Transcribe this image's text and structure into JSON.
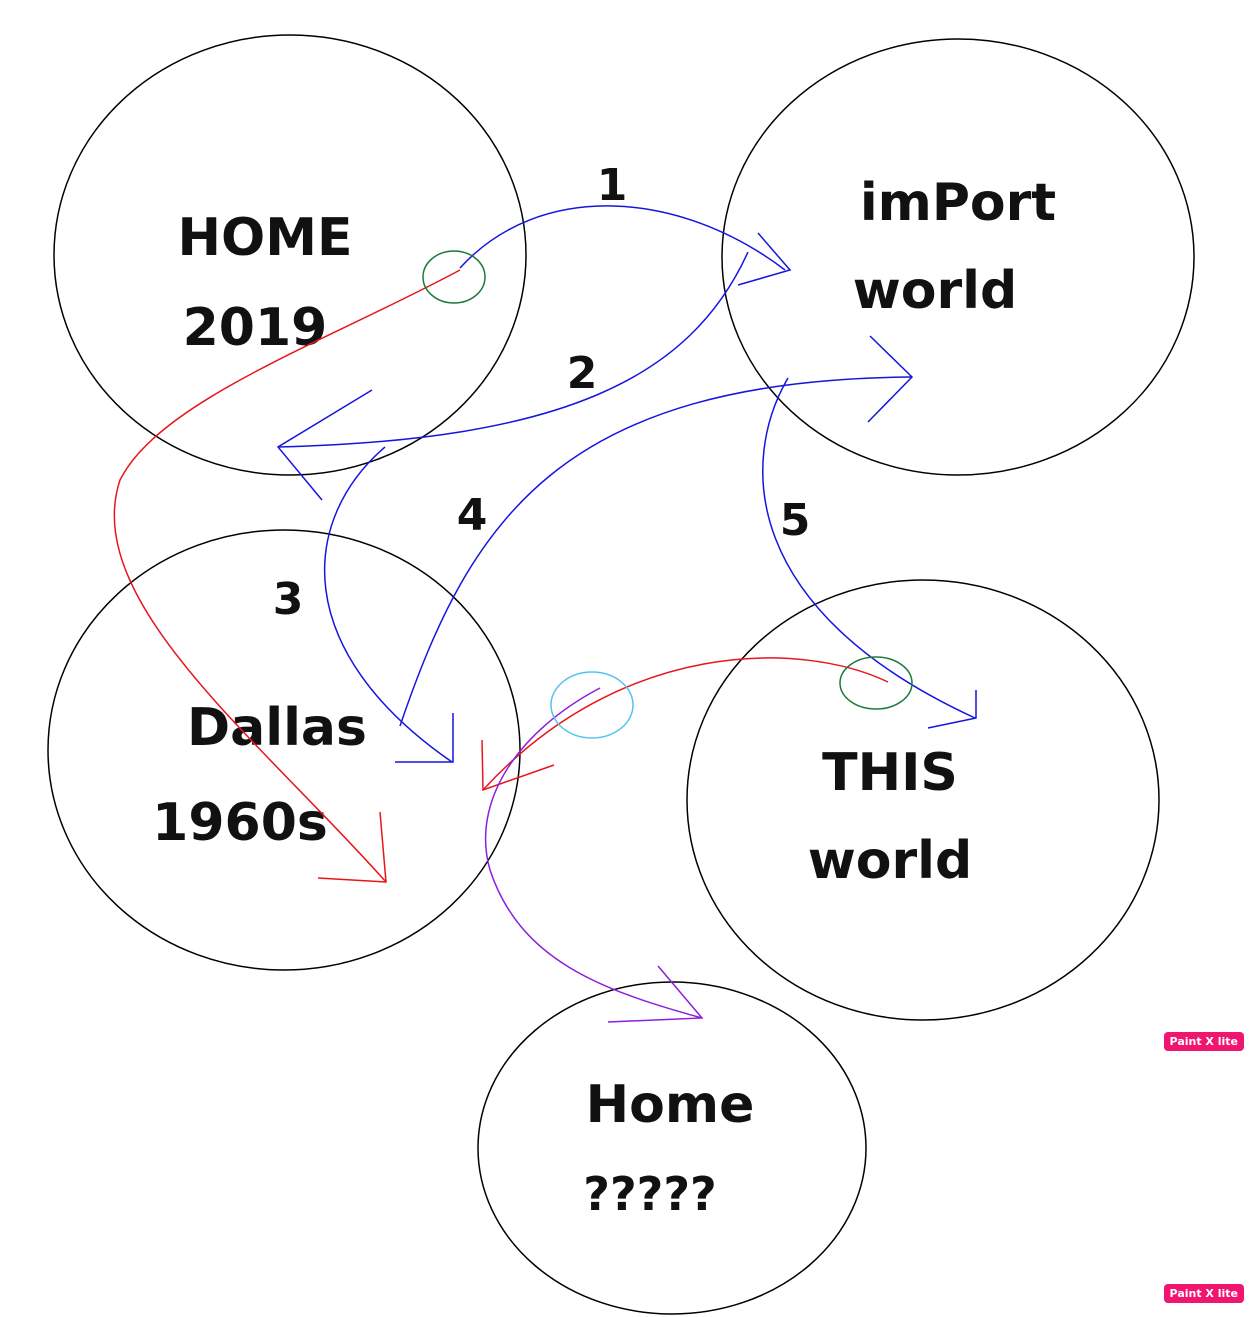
{
  "nodes": [
    {
      "id": "home2019",
      "lines": [
        "HOME",
        "2019"
      ]
    },
    {
      "id": "import",
      "lines": [
        "imPort",
        "world"
      ]
    },
    {
      "id": "dallas",
      "lines": [
        "Dallas",
        "1960s"
      ]
    },
    {
      "id": "this",
      "lines": [
        "THIS",
        "world"
      ]
    },
    {
      "id": "homeq",
      "lines": [
        "Home",
        "?????"
      ]
    }
  ],
  "edges": [
    {
      "id": "e1",
      "label": "1",
      "from": "home2019",
      "to": "import",
      "color": "#1515e0"
    },
    {
      "id": "e2",
      "label": "2",
      "from": "import",
      "to": "home2019",
      "color": "#1515e0"
    },
    {
      "id": "e3",
      "label": "3",
      "from": "home2019",
      "to": "dallas",
      "color": "#1515e0"
    },
    {
      "id": "e4",
      "label": "4",
      "from": "dallas",
      "to": "import",
      "color": "#1515e0"
    },
    {
      "id": "e5",
      "label": "5",
      "from": "import",
      "to": "this",
      "color": "#1515e0"
    },
    {
      "id": "r1",
      "label": "",
      "from": "home2019",
      "to": "dallas",
      "color": "#e8161b"
    },
    {
      "id": "r2",
      "label": "",
      "from": "this",
      "to": "dallas",
      "color": "#e8161b"
    },
    {
      "id": "p1",
      "label": "",
      "from": "dallas",
      "to": "homeq",
      "color": "#8a1fe0"
    }
  ],
  "markers": [
    {
      "id": "m1",
      "color": "#1e7a3a"
    },
    {
      "id": "m2",
      "color": "#1e7a3a"
    },
    {
      "id": "m3",
      "color": "#55c3ee"
    }
  ],
  "watermark": "Paint X lite",
  "colors": {
    "node_stroke": "#000000",
    "background": "#ffffff"
  }
}
